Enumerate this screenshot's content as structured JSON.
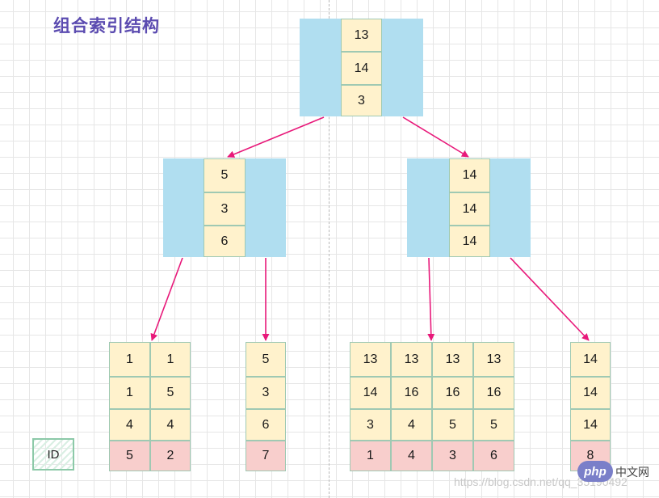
{
  "title": "组合索引结构",
  "root": {
    "values": [
      "13",
      "14",
      "3"
    ]
  },
  "internal_left": {
    "values": [
      "5",
      "3",
      "6"
    ]
  },
  "internal_right": {
    "values": [
      "14",
      "14",
      "14"
    ]
  },
  "leaf_1": {
    "columns": [
      [
        "1",
        "1",
        "4",
        "5"
      ],
      [
        "1",
        "5",
        "4",
        "2"
      ]
    ]
  },
  "leaf_2": {
    "columns": [
      [
        "5",
        "3",
        "6",
        "7"
      ]
    ]
  },
  "leaf_3": {
    "columns": [
      [
        "13",
        "14",
        "3",
        "1"
      ],
      [
        "13",
        "16",
        "4",
        "4"
      ],
      [
        "13",
        "16",
        "5",
        "3"
      ],
      [
        "13",
        "16",
        "5",
        "6"
      ]
    ]
  },
  "leaf_4": {
    "columns": [
      [
        "14",
        "14",
        "14",
        "8"
      ]
    ]
  },
  "legend": {
    "label": "ID"
  },
  "watermark": "https://blog.csdn.net/qq_35190492",
  "site_logo": {
    "badge": "php",
    "text": "中文网"
  },
  "colors": {
    "key_cell": "#fff2cc",
    "id_cell": "#f8cecc",
    "node_background": "#b0def0",
    "cell_border": "#9fc9b3",
    "arrow": "#e8197a",
    "title": "#5b4bb0"
  }
}
